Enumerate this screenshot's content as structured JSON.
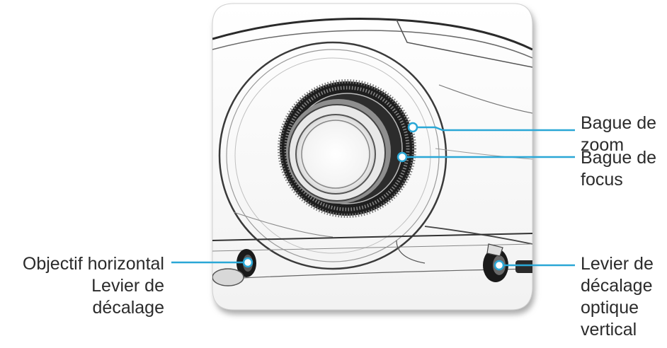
{
  "callouts": {
    "zoom_ring": {
      "line1": "Bague de",
      "line2": "zoom"
    },
    "focus_ring": {
      "line1": "Bague de",
      "line2": "focus"
    },
    "horizontal_shift": {
      "line1": "Objectif horizontal",
      "line2": "Levier de",
      "line3": "décalage"
    },
    "vertical_shift": {
      "line1": "Levier de",
      "line2": "décalage",
      "line3": "optique",
      "line4": "vertical"
    }
  },
  "colors": {
    "callout_line": "#2aa7d6",
    "callout_dot_fill": "#ffffff",
    "photo_shadow": "#9a9a9a"
  }
}
